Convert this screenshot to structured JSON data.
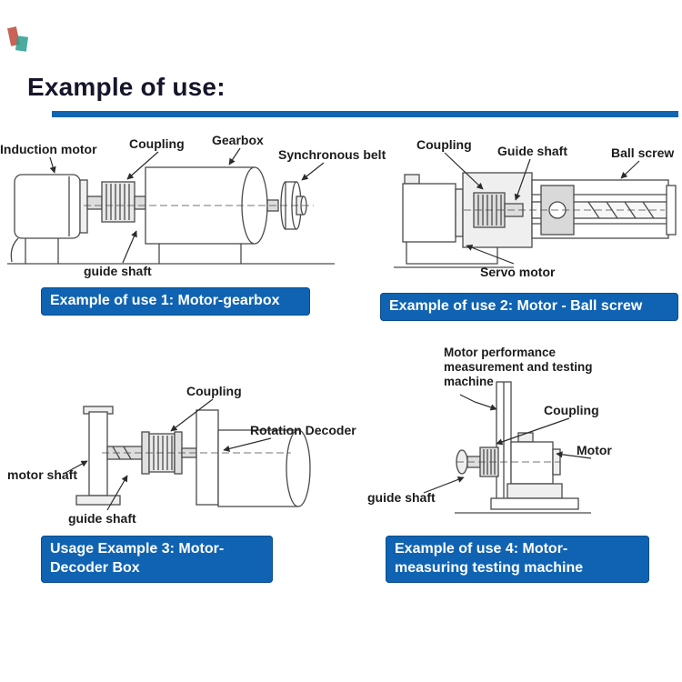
{
  "page": {
    "title": "Example of use:"
  },
  "colors": {
    "accent": "#1165b2",
    "caption_bg": "#1063b2",
    "caption_text": "#ffffff",
    "label_text": "#1c1c1c"
  },
  "examples": [
    {
      "caption": "Example of use 1: Motor-gearbox",
      "labels": {
        "induction_motor": "Induction motor",
        "coupling": "Coupling",
        "gearbox": "Gearbox",
        "synchronous_belt": "Synchronous belt",
        "guide_shaft": "guide shaft"
      }
    },
    {
      "caption": "Example of use 2: Motor - Ball screw",
      "labels": {
        "coupling": "Coupling",
        "guide_shaft": "Guide shaft",
        "ball_screw": "Ball screw",
        "servo_motor": "Servo motor"
      }
    },
    {
      "caption": "Usage Example 3: Motor-Decoder Box",
      "labels": {
        "coupling": "Coupling",
        "rotation_decoder": "Rotation Decoder",
        "motor_shaft": "motor shaft",
        "guide_shaft": "guide shaft"
      }
    },
    {
      "caption": "Example of use 4: Motor-measuring testing machine",
      "labels": {
        "machine": "Motor performance measurement and testing machine",
        "coupling": "Coupling",
        "motor": "Motor",
        "guide_shaft": "guide shaft"
      }
    }
  ]
}
